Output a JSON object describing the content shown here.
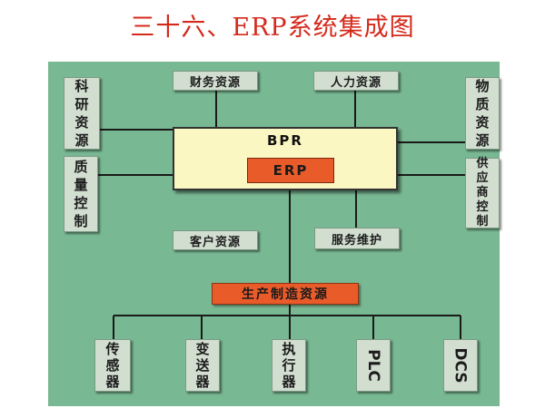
{
  "title": "三十六、ERP系统集成图",
  "center": {
    "bpr": "BPR",
    "erp": "ERP"
  },
  "nodes": {
    "finance": "财务资源",
    "human": "人力资源",
    "research": "科研资源",
    "material": "物质资源",
    "quality": "质量控制",
    "supplier": "供应商控制",
    "customer": "客户资源",
    "service": "服务维护",
    "production": "生产制造资源"
  },
  "devices": {
    "sensor": "传感器",
    "transmitter": "变送器",
    "actuator": "执行器",
    "plc": "PLC",
    "dcs": "DCS"
  },
  "colors": {
    "title": "#d42a1c",
    "panel": "#78b892",
    "box": "#d2ded0",
    "bpr": "#fbf7c2",
    "erp": "#ea5b2a"
  }
}
